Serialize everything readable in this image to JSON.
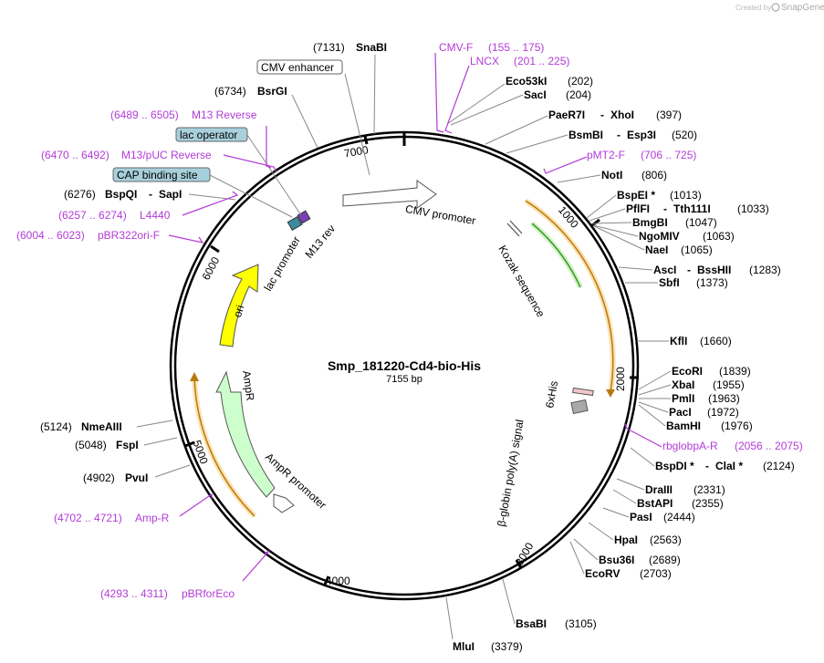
{
  "watermark": {
    "created_by": "Created by",
    "brand": "SnapGene"
  },
  "plasmid": {
    "name": "Smp_181220-Cd4-bio-His",
    "size": "7155 bp"
  },
  "ticks": [
    "1000",
    "2000",
    "3000",
    "4000",
    "5000",
    "6000",
    "7000"
  ],
  "features": {
    "cmv_enhancer": "CMV enhancer",
    "cmv_promoter": "CMV promoter",
    "kozak": "Kozak sequence",
    "his": "6xHis",
    "polya": "β-globin poly(A) signal",
    "ampr_promoter": "AmpR promoter",
    "ampr": "AmpR",
    "ori": "ori",
    "lac_promoter": "lac promoter",
    "m13rev": "M13 rev",
    "lac_operator": "lac operator",
    "cap": "CAP binding site"
  },
  "enzymes": [
    {
      "name": "SnaBI",
      "pos": "(7131)"
    },
    {
      "name": "BsrGI",
      "pos": "(6734)"
    },
    {
      "name": "BspQI",
      "name2": "SapI",
      "pos": "(6276)"
    },
    {
      "name": "NmeAIII",
      "pos": "(5124)"
    },
    {
      "name": "FspI",
      "pos": "(5048)"
    },
    {
      "name": "PvuI",
      "pos": "(4902)"
    },
    {
      "name": "Eco53kI",
      "pos": "(202)"
    },
    {
      "name": "SacI",
      "pos": "(204)"
    },
    {
      "name": "PaeR7I",
      "name2": "XhoI",
      "pos": "(397)"
    },
    {
      "name": "BsmBI",
      "name2": "Esp3I",
      "pos": "(520)"
    },
    {
      "name": "NotI",
      "pos": "(806)"
    },
    {
      "name": "BspEI *",
      "pos": "(1013)"
    },
    {
      "name": "PflFI",
      "name2": "Tth111I",
      "pos": "(1033)"
    },
    {
      "name": "BmgBI",
      "pos": "(1047)"
    },
    {
      "name": "NgoMIV",
      "pos": "(1063)"
    },
    {
      "name": "NaeI",
      "pos": "(1065)"
    },
    {
      "name": "AscI",
      "name2": "BssHII",
      "pos": "(1283)"
    },
    {
      "name": "SbfI",
      "pos": "(1373)"
    },
    {
      "name": "KflI",
      "pos": "(1660)"
    },
    {
      "name": "EcoRI",
      "pos": "(1839)"
    },
    {
      "name": "XbaI",
      "pos": "(1955)"
    },
    {
      "name": "PmlI",
      "pos": "(1963)"
    },
    {
      "name": "PacI",
      "pos": "(1972)"
    },
    {
      "name": "BamHI",
      "pos": "(1976)"
    },
    {
      "name": "BspDI *",
      "name2": "ClaI *",
      "pos": "(2124)"
    },
    {
      "name": "DraIII",
      "pos": "(2331)"
    },
    {
      "name": "BstAPI",
      "pos": "(2355)"
    },
    {
      "name": "PasI",
      "pos": "(2444)"
    },
    {
      "name": "HpaI",
      "pos": "(2563)"
    },
    {
      "name": "Bsu36I",
      "pos": "(2689)"
    },
    {
      "name": "EcoRV",
      "pos": "(2703)"
    },
    {
      "name": "BsaBI",
      "pos": "(3105)"
    },
    {
      "name": "MluI",
      "pos": "(3379)"
    }
  ],
  "primers": [
    {
      "name": "CMV-F",
      "pos": "(155 .. 175)"
    },
    {
      "name": "LNCX",
      "pos": "(201 .. 225)"
    },
    {
      "name": "pMT2-F",
      "pos": "(706 .. 725)"
    },
    {
      "name": "rbglobpA-R",
      "pos": "(2056 .. 2075)"
    },
    {
      "name": "Amp-R",
      "pos": "(4702 .. 4721)"
    },
    {
      "name": "pBRforEco",
      "pos": "(4293 .. 4311)"
    },
    {
      "name": "M13 Reverse",
      "pos": "(6489 .. 6505)"
    },
    {
      "name": "M13/pUC Reverse",
      "pos": "(6470 .. 6492)"
    },
    {
      "name": "L4440",
      "pos": "(6257 .. 6274)"
    },
    {
      "name": "pBR322ori-F",
      "pos": "(6004 .. 6023)"
    }
  ],
  "colors": {
    "primer": "#b23bd6",
    "orf": "#f5a623",
    "green": "#2f9e1f",
    "ori": "#ffff00",
    "ampr": "#ccffcc",
    "label_box": "#a8d0dc"
  }
}
